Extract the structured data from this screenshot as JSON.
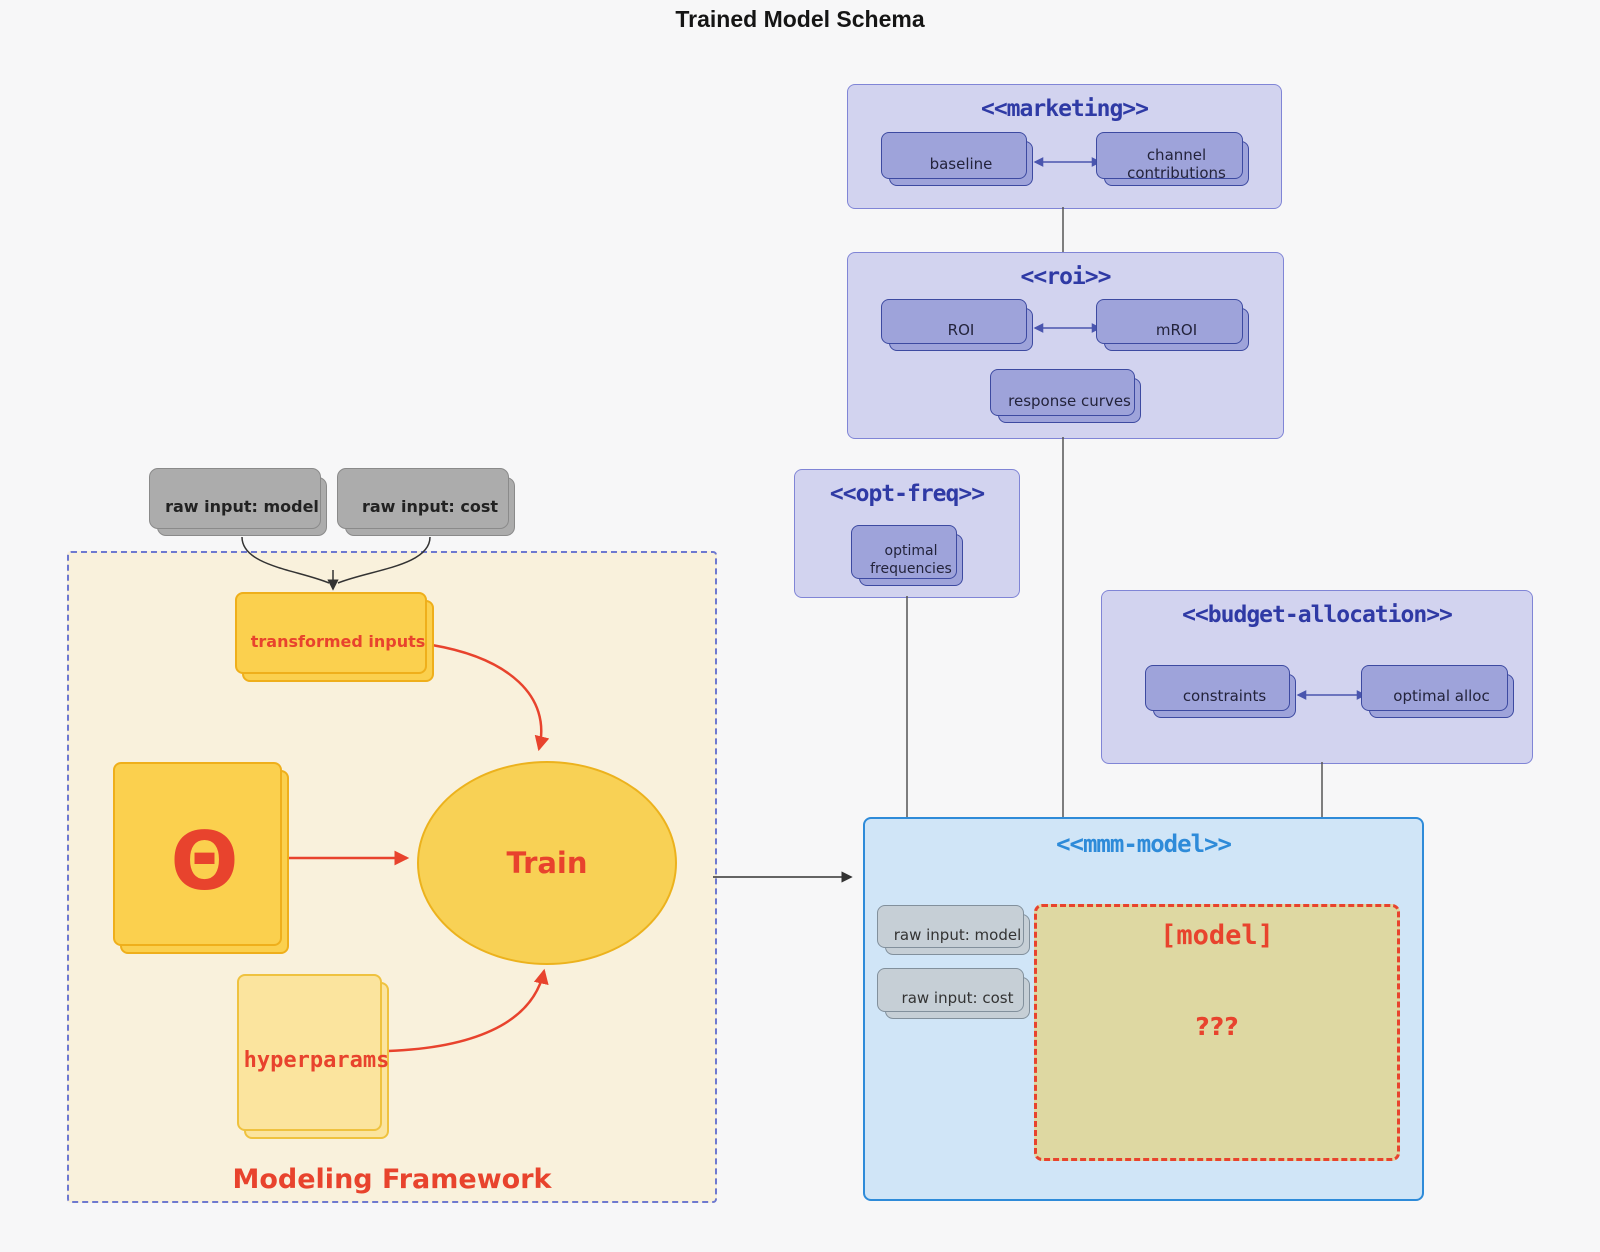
{
  "title": "Trained Model Schema",
  "packages": {
    "marketing": {
      "title": "<<marketing>>",
      "cards": [
        "baseline",
        "channel contributions"
      ]
    },
    "roi": {
      "title": "<<roi>>",
      "cards": [
        "ROI",
        "mROI"
      ],
      "extra_card": "response curves"
    },
    "opt_freq": {
      "title": "<<opt-freq>>",
      "card": "optimal frequencies"
    },
    "budget": {
      "title": "<<budget-allocation>>",
      "cards": [
        "constraints",
        "optimal alloc"
      ]
    },
    "mmm": {
      "title": "<<mmm-model>>",
      "inputs": [
        "raw input: model",
        "raw input: cost"
      ],
      "model_label": "[model]",
      "unknown_label": "???"
    }
  },
  "framework": {
    "label": "Modeling Framework",
    "raw_inputs": [
      "raw input: model",
      "raw input: cost"
    ],
    "transformed": "transformed inputs",
    "theta": "Θ",
    "train": "Train",
    "hyperparams": "hyperparams"
  },
  "colors": {
    "page_bg": "#F7F7F8",
    "package_fill": "#D2D3EF",
    "package_border": "#8085D6",
    "package_title": "#2F3AA5",
    "card_fill": "#9EA3DA",
    "card_border": "#3D4AA1",
    "mmm_fill": "#D0E5F7",
    "mmm_accent": "#2E8BD9",
    "gray_card_fill": "#ACACAC",
    "mmm_gray_card_fill": "#C6CFD6",
    "khaki_fill": "#DED8A2",
    "gold_fill": "#FBD04E",
    "gold_border": "#EFAF1B",
    "hyper_fill": "#FBE49E",
    "framework_fill": "#F9F1DC",
    "framework_border": "#6E79D0",
    "red_accent": "#E8432D",
    "connector_gray": "#555555",
    "connector_indigo": "#4A55AE"
  }
}
